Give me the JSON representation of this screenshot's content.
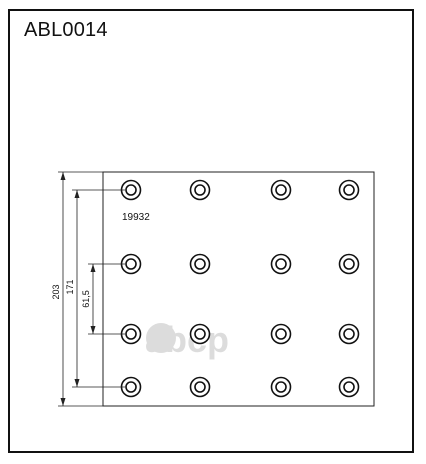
{
  "title": "ABL0014",
  "part_number": "19932",
  "dimensions": {
    "overall": "203",
    "outer_holes": "171",
    "inner_holes": "61,5"
  },
  "watermark": "abcp",
  "holes": {
    "rows": 4,
    "cols": 4
  }
}
